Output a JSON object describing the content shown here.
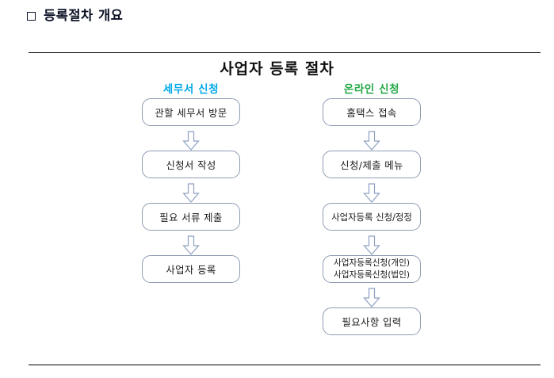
{
  "slide": {
    "header": "등록절차 개요",
    "bullet_icon": "square-outline-icon"
  },
  "diagram": {
    "title": "사업자 등록 절차",
    "arrow_icon": "arrow-down-block-icon",
    "colors": {
      "office_heading": "#00a8e8",
      "online_heading": "#22a845",
      "box_border": "#8e9bb3",
      "arrow_stroke": "#8da0c0",
      "rule": "#000000"
    },
    "columns": [
      {
        "id": "office",
        "heading": "세무서 신청",
        "steps": [
          {
            "lines": [
              "관할 세무서 방문"
            ]
          },
          {
            "lines": [
              "신청서 작성"
            ]
          },
          {
            "lines": [
              "필요 서류 제출"
            ]
          },
          {
            "lines": [
              "사업자 등록"
            ]
          }
        ]
      },
      {
        "id": "online",
        "heading": "온라인 신청",
        "steps": [
          {
            "lines": [
              "홈택스 접속"
            ]
          },
          {
            "lines": [
              "신청/제출 메뉴"
            ]
          },
          {
            "lines": [
              "사업자등록 신청/정정"
            ]
          },
          {
            "lines": [
              "사업자등록신청(개인)",
              "사업자등록신청(법인)"
            ]
          },
          {
            "lines": [
              "필요사항 입력"
            ]
          }
        ]
      }
    ]
  }
}
